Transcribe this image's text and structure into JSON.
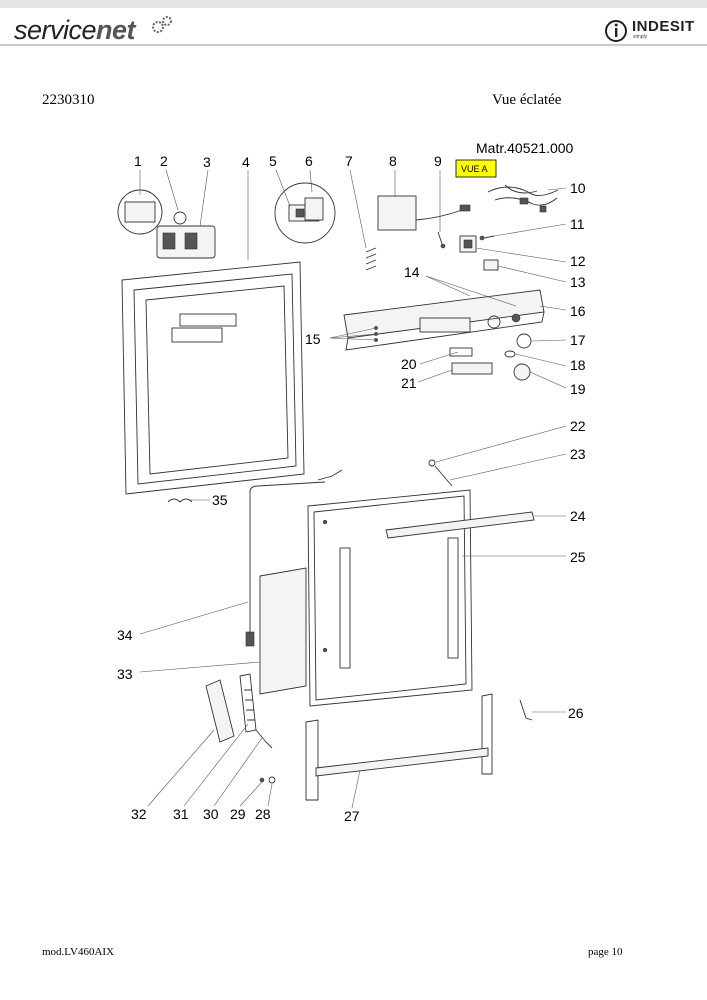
{
  "header": {
    "brand_left_a": "service",
    "brand_left_b": "net",
    "brand_right": "INDESIT",
    "brand_right_sub": "simply"
  },
  "doc": {
    "code": "2230310",
    "title": "Vue éclatée",
    "matr": "Matr.40521.000",
    "vue_a": "VUE A"
  },
  "footer": {
    "model": "mod.LV460AIX",
    "page": "page 10"
  },
  "callouts": {
    "c1": "1",
    "c2": "2",
    "c3": "3",
    "c4": "4",
    "c5": "5",
    "c6": "6",
    "c7": "7",
    "c8": "8",
    "c9": "9",
    "c10": "10",
    "c11": "11",
    "c12": "12",
    "c13": "13",
    "c14": "14",
    "c15": "15",
    "c16": "16",
    "c17": "17",
    "c18": "18",
    "c19": "19",
    "c20": "20",
    "c21": "21",
    "c22": "22",
    "c23": "23",
    "c24": "24",
    "c25": "25",
    "c26": "26",
    "c27": "27",
    "c28": "28",
    "c29": "29",
    "c30": "30",
    "c31": "31",
    "c32": "32",
    "c33": "33",
    "c34": "34",
    "c35": "35"
  },
  "colors": {
    "vue_a_bg": "#ffff00"
  }
}
